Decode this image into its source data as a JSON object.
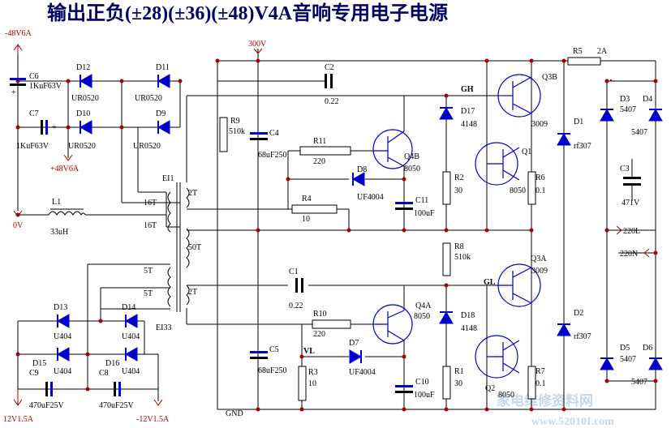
{
  "title": "输出正负(±28)(±36)(±48)V4A音响专用电子电源",
  "supplies": {
    "neg48": "-48V6A",
    "pos48": "+48V6A",
    "zero": "0V",
    "v300": "300V",
    "gnd": "GND",
    "v12": "12V1.5A",
    "neg12": "-12V1.5A"
  },
  "transformer": {
    "name": "EI1",
    "core": "EI33",
    "windings": [
      "16T",
      "16T",
      "2T",
      "50T",
      "5T",
      "5T",
      "2T"
    ]
  },
  "nets": {
    "gh": "GH",
    "gl": "GL",
    "vl": "VL",
    "ac_l": "220L",
    "ac_n": "220N"
  },
  "components": {
    "c6": [
      "C6",
      "1KuF63V"
    ],
    "c7": [
      "C7",
      "1KuF63V"
    ],
    "d12": [
      "D12",
      "UR0520"
    ],
    "d11": [
      "D11",
      "UR0520"
    ],
    "d10": [
      "D10",
      "UR0520"
    ],
    "d9": [
      "D9",
      "UR0520"
    ],
    "l1": [
      "L1",
      "33uH"
    ],
    "c2": [
      "C2",
      "0.22"
    ],
    "c1": [
      "C1",
      "0.22"
    ],
    "r9": [
      "R9",
      "510k"
    ],
    "c4": [
      "C4",
      "68uF250"
    ],
    "c5": [
      "C5",
      "68uF250"
    ],
    "r11": [
      "R11",
      "220"
    ],
    "r10": [
      "R10",
      "220"
    ],
    "r4": [
      "R4",
      "10"
    ],
    "r3": [
      "R3",
      "10"
    ],
    "d8": [
      "D8",
      "UF4004"
    ],
    "d7": [
      "D7",
      "UF4004"
    ],
    "c11": [
      "C11",
      "100uF"
    ],
    "c10": [
      "C10",
      "100uF"
    ],
    "q4b": [
      "Q4B",
      "8050"
    ],
    "q4a": [
      "Q4A",
      "8050"
    ],
    "d17": [
      "D17",
      "4148"
    ],
    "d18": [
      "D18",
      "4148"
    ],
    "r2": [
      "R2",
      "30"
    ],
    "r1": [
      "R1",
      "30"
    ],
    "r8": [
      "R8",
      "510k"
    ],
    "q3b": [
      "Q3B",
      "3009"
    ],
    "q3a": [
      "Q3A",
      "3009"
    ],
    "q1": [
      "Q1",
      "8050"
    ],
    "q2": [
      "Q2",
      "8050"
    ],
    "r6": [
      "R6",
      "0.1"
    ],
    "r7": [
      "R7",
      "0.1"
    ],
    "r5": [
      "R5",
      "2A"
    ],
    "d1": [
      "D1",
      "rf307"
    ],
    "d2": [
      "D2",
      "rf307"
    ],
    "d3": [
      "D3",
      "5407"
    ],
    "d4": [
      "D4",
      "5407"
    ],
    "d5": [
      "D5",
      "5407"
    ],
    "d6": [
      "D6",
      "5407"
    ],
    "c3": [
      "C3",
      "471V"
    ],
    "d13": [
      "D13",
      "U404"
    ],
    "d14": [
      "D14",
      "U404"
    ],
    "d15": [
      "D15",
      "U404"
    ],
    "d16": [
      "D16",
      "U404"
    ],
    "c9": [
      "C9",
      "470uF25V"
    ],
    "c8": [
      "C8",
      "470uF25V"
    ]
  },
  "watermark": {
    "text": "家电维修资料网",
    "url": "www.52010I.com"
  }
}
